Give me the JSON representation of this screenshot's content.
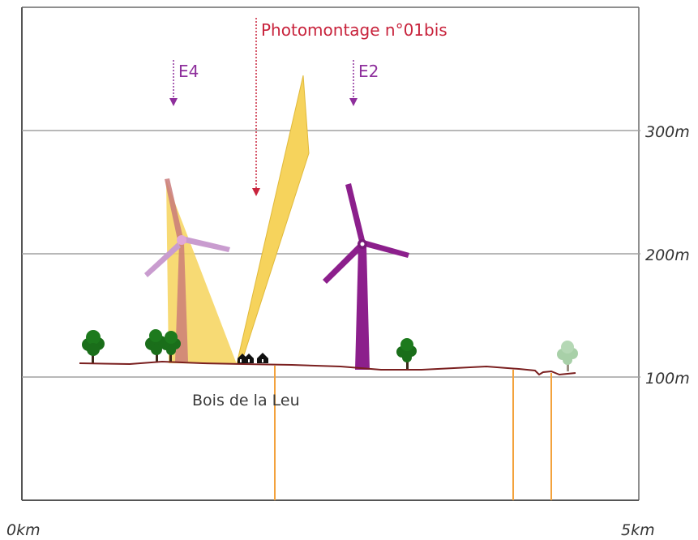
{
  "axes": {
    "x_start_label": "0km",
    "x_end_label": "5km",
    "y_ticks": [
      {
        "label": "300m"
      },
      {
        "label": "200m"
      },
      {
        "label": "100m"
      }
    ]
  },
  "place_label": "Bois de la Leu",
  "markers": {
    "photomontage": "Photomontage n°01bis",
    "e4": "E4",
    "e2": "E2"
  },
  "colors": {
    "ground": "#7a1f1f",
    "grid": "#a0a0a0",
    "frame": "#555555",
    "sight_cone": "#f6d35c",
    "turbine_e2": "#8c1f8c",
    "turbine_e4": "#c98fcf",
    "tree": "#1a6e1a",
    "tree_faded": "#a8d0a8",
    "vertical_lines": "#f3a23c",
    "photomontage_marker": "#c8233c",
    "turbine_marker": "#8e2f9c"
  }
}
